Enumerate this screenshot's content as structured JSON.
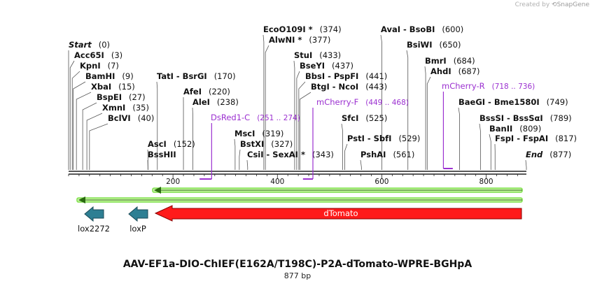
{
  "credit": {
    "prefix": "Created by",
    "brand": "SnapGene"
  },
  "title": "AAV-EF1a-DIO-ChIEF(E162A/T198C)-P2A-dTomato-WPRE-BGHpA",
  "length_label": "877 bp",
  "sequence_length": 877,
  "ruler": {
    "ticks": [
      200,
      400,
      600,
      800
    ]
  },
  "colors": {
    "feature_arrow": "#ff1a1a",
    "lox": "#2e7f93",
    "primer": "#9b30d0",
    "orf_green": "#7ee04a"
  },
  "sites": [
    {
      "name": "Start",
      "pos_label": "(0)",
      "position": 0,
      "italic_bold": true
    },
    {
      "name": "Acc65I",
      "pos_label": "(3)",
      "position": 3
    },
    {
      "name": "KpnI",
      "pos_label": "(7)",
      "position": 7
    },
    {
      "name": "BamHI",
      "pos_label": "(9)",
      "position": 9
    },
    {
      "name": "XbaI",
      "pos_label": "(15)",
      "position": 15
    },
    {
      "name": "BspEI",
      "pos_label": "(27)",
      "position": 27
    },
    {
      "name": "XmnI",
      "pos_label": "(35)",
      "position": 35
    },
    {
      "name": "BclVI",
      "pos_label": "(40)",
      "position": 40
    },
    {
      "name": "AscI",
      "pos_label": "(152)",
      "position": 152
    },
    {
      "name": "BssHII",
      "pos_label": "",
      "position": 152
    },
    {
      "name": "TatI  -  BsrGI",
      "pos_label": "(170)",
      "position": 170
    },
    {
      "name": "AfeI",
      "pos_label": "(220)",
      "position": 220
    },
    {
      "name": "AleI",
      "pos_label": "(238)",
      "position": 238
    },
    {
      "name": "MscI",
      "pos_label": "(319)",
      "position": 319
    },
    {
      "name": "BstXI",
      "pos_label": "(327)",
      "position": 327
    },
    {
      "name": "CsiI  -  SexAI *",
      "pos_label": "(343)",
      "position": 343
    },
    {
      "name": "EcoO109I *",
      "pos_label": "(374)",
      "position": 374
    },
    {
      "name": "AlwNI *",
      "pos_label": "(377)",
      "position": 377
    },
    {
      "name": "StuI",
      "pos_label": "(433)",
      "position": 433
    },
    {
      "name": "BseYI",
      "pos_label": "(437)",
      "position": 437
    },
    {
      "name": "BbsI  -  PspFI",
      "pos_label": "(441)",
      "position": 441
    },
    {
      "name": "BtgI  -  NcoI",
      "pos_label": "(443)",
      "position": 443
    },
    {
      "name": "SfcI",
      "pos_label": "(525)",
      "position": 525
    },
    {
      "name": "PstI  -  SbfI",
      "pos_label": "(529)",
      "position": 529
    },
    {
      "name": "PshAI",
      "pos_label": "(561)",
      "position": 561
    },
    {
      "name": "AvaI  -  BsoBI",
      "pos_label": "(600)",
      "position": 600
    },
    {
      "name": "BsiWI",
      "pos_label": "(650)",
      "position": 650
    },
    {
      "name": "BmrI",
      "pos_label": "(684)",
      "position": 684
    },
    {
      "name": "AhdI",
      "pos_label": "(687)",
      "position": 687
    },
    {
      "name": "BaeGI  -  Bme1580I",
      "pos_label": "(749)",
      "position": 749
    },
    {
      "name": "BssSI  -  BssSαI",
      "pos_label": "(789)",
      "position": 789
    },
    {
      "name": "BanII",
      "pos_label": "(809)",
      "position": 809
    },
    {
      "name": "FspI  -  FspAI",
      "pos_label": "(817)",
      "position": 817
    },
    {
      "name": "End",
      "pos_label": "(877)",
      "position": 877,
      "italic_bold": true
    }
  ],
  "primers": [
    {
      "name": "DsRed1-C",
      "range": "(251 .. 274)",
      "start": 251,
      "end": 274,
      "strand": "reverse"
    },
    {
      "name": "mCherry-F",
      "range": "(449 .. 468)",
      "start": 449,
      "end": 468,
      "strand": "forward"
    },
    {
      "name": "mCherry-R",
      "range": "(718 .. 736)",
      "start": 718,
      "end": 736,
      "strand": "reverse"
    }
  ],
  "features": [
    {
      "name": "dTomato",
      "type": "cds",
      "direction": "left"
    },
    {
      "name": "lox2272",
      "type": "lox",
      "direction": "left"
    },
    {
      "name": "loxP",
      "type": "lox",
      "direction": "left"
    }
  ]
}
